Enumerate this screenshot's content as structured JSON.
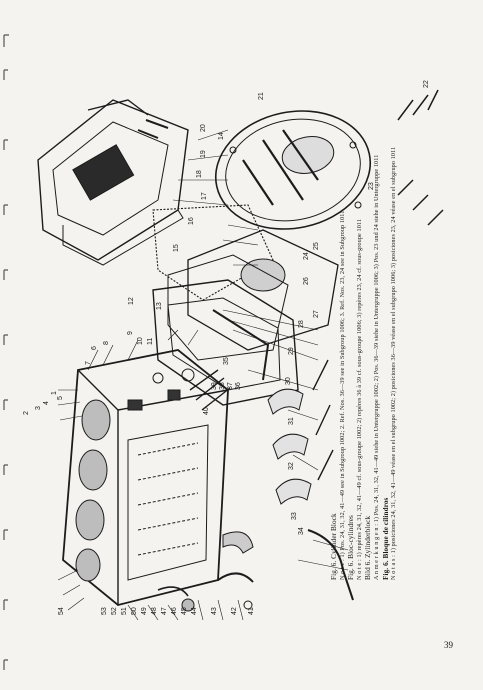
{
  "figure": {
    "callouts": [
      "1",
      "2",
      "3",
      "4",
      "5",
      "6",
      "7",
      "8",
      "9",
      "10",
      "11",
      "12",
      "13",
      "14",
      "15",
      "16",
      "17",
      "18",
      "19",
      "20",
      "21",
      "22",
      "23",
      "24",
      "25",
      "26",
      "27",
      "28",
      "29",
      "30",
      "31",
      "32",
      "33",
      "34",
      "35",
      "36",
      "37",
      "38",
      "39",
      "40",
      "41",
      "42",
      "43",
      "44",
      "45",
      "46",
      "47",
      "48",
      "49",
      "50",
      "51",
      "52",
      "53",
      "54"
    ]
  },
  "caption": {
    "en_title": "Fig. 6. Cylinder Block",
    "en_note": "N o t e : 1) Pos. 24, 31, 32, 41—49 see in Subgroup 1002; 2. Ref. Nos. 36—39 see in Subgroup 1006; 3. Ref. Nos. 23, 24 see in Subgroup 1011",
    "fr_title": "Fig. 6. Bloc-cylindres",
    "fr_note": "N o t e : 1) repères 24, 31, 32, 41—49 cf. sous-groupe 1002; 2) repères 36 à 39 cf. sous-groupe 1006; 3) repères 23, 24 cf. sous-groupe 1011",
    "de_title": "Bild 6. Zylinderblock",
    "de_note": "A n m e r k u n g e n : 1) Pos. 24, 31, 32, 41—49 siehe in Untergruppe 1002; 2) Pos. 36—39 siehe in Untergruppe 1006; 3) Pos. 23 und 24 siehe in Untergruppe 1011",
    "es_title": "Fig. 6. Bloque de cilindros",
    "es_note": "N o t a s : 1) posiciones 24, 31, 32, 41—49 véase en el subgrupo 1002; 2) posiciones 36—39 véase en el subgrupo 1006; 3) posiciones 23, 24 véase en el subgrupo 1011"
  },
  "page_number": "39"
}
